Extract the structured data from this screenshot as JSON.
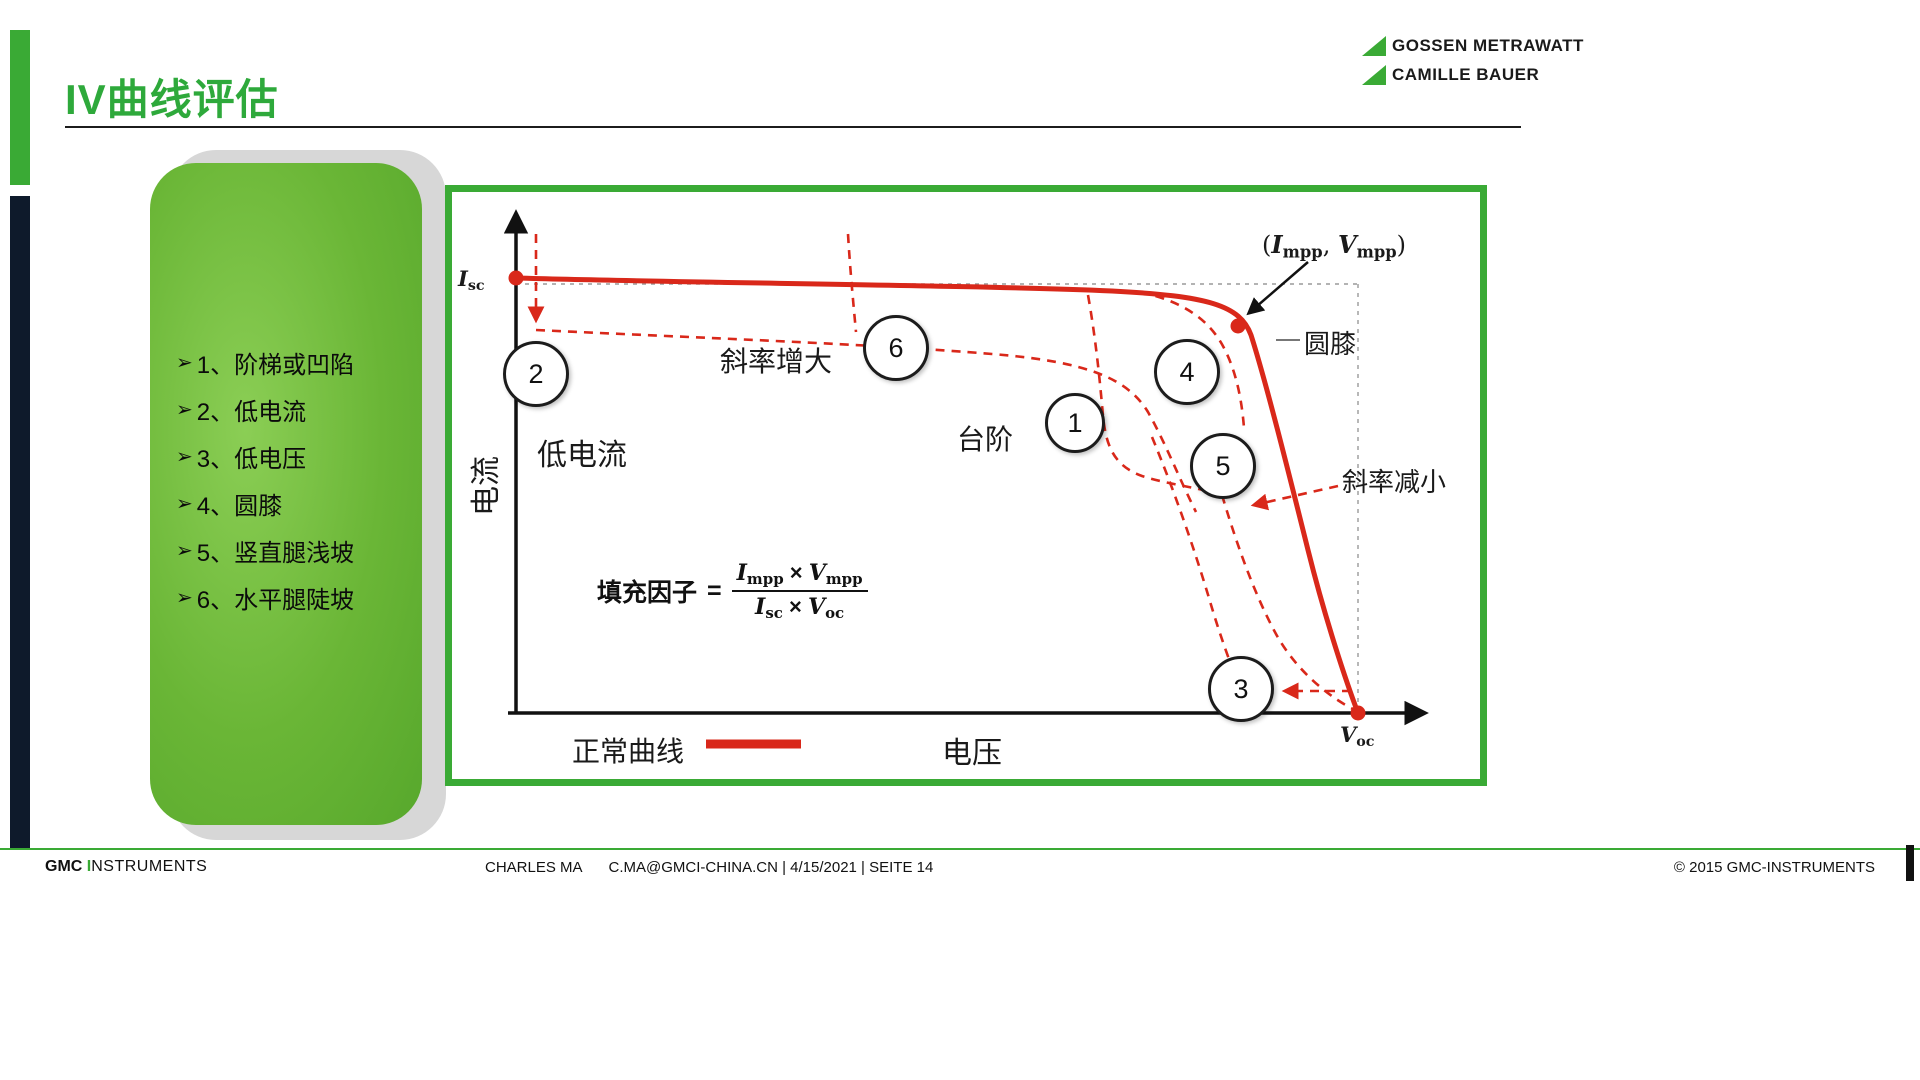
{
  "colors": {
    "accent_green": "#3aaa35",
    "navy": "#0e1a2b",
    "curve_red": "#d9281a"
  },
  "header": {
    "title": "IV曲线评估",
    "logo": {
      "line1": "GOSSEN METRAWATT",
      "line2": "CAMILLE BAUER"
    }
  },
  "defect_panel": {
    "bullet": "➢",
    "items": [
      "1、阶梯或凹陷",
      "2、低电流",
      "3、低电压",
      "4、圆膝",
      "5、竖直腿浅坡",
      "6、水平腿陡坡"
    ]
  },
  "chart": {
    "type": "annotated IV curve diagram",
    "y_axis_label": "电流",
    "x_axis_label": "电压",
    "isc": {
      "main": "I",
      "sub": "sc"
    },
    "voc": {
      "main": "V",
      "sub": "oc"
    },
    "mpp_label": {
      "pre": "(",
      "i": "I",
      "i_sub": "mpp",
      "mid": ", ",
      "v": "V",
      "v_sub": "mpp",
      "post": ")"
    },
    "annotations": {
      "low_current": "低电流",
      "slope_increase": "斜率增大",
      "step": "台阶",
      "round_knee": "圆膝",
      "slope_decrease": "斜率减小"
    },
    "markers": [
      "1",
      "2",
      "3",
      "4",
      "5",
      "6"
    ],
    "legend": {
      "normal_curve": "正常曲线"
    },
    "formula": {
      "label": "填充因子",
      "equals": "=",
      "num_i": "I",
      "num_i_sub": "mpp",
      "times1": "×",
      "num_v": "V",
      "num_v_sub": "mpp",
      "den_i": "I",
      "den_i_sub": "sc",
      "times2": "×",
      "den_v": "V",
      "den_v_sub": "oc"
    }
  },
  "footer": {
    "brand_gmc": "GMC",
    "brand_i": "I",
    "brand_rest": "NSTRUMENTS",
    "author": "CHARLES MA",
    "contact": "C.MA@GMCI-CHINA.CN | 4/15/2021 | SEITE 14",
    "copyright": "© 2015 GMC-INSTRUMENTS"
  }
}
